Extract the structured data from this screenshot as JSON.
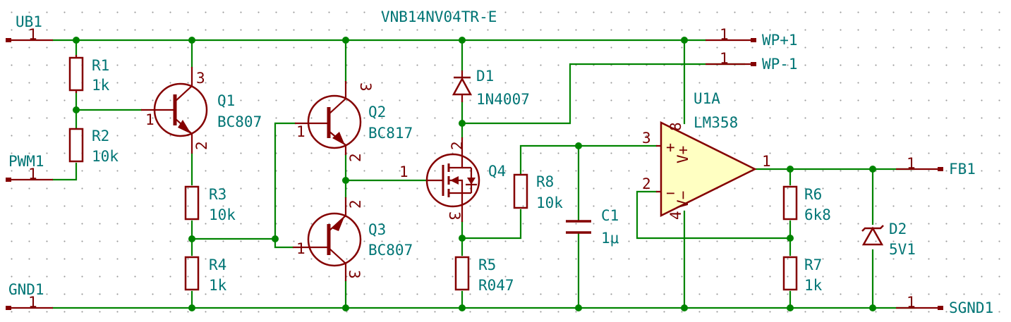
{
  "title": "VNB14NV04TR-E",
  "connectors": {
    "ub1": {
      "name": "UB1",
      "pin": "1"
    },
    "pwm1": {
      "name": "PWM1",
      "pin": "1"
    },
    "gnd1": {
      "name": "GND1",
      "pin": "1"
    },
    "wp_plus": {
      "name": "WP+1",
      "pin": "1"
    },
    "wp_minus": {
      "name": "WP-1",
      "pin": "1"
    },
    "fb1": {
      "name": "FB1",
      "pin": "1"
    },
    "sgnd1": {
      "name": "SGND1",
      "pin": "1"
    }
  },
  "resistors": {
    "r1": {
      "ref": "R1",
      "value": "1k"
    },
    "r2": {
      "ref": "R2",
      "value": "10k"
    },
    "r3": {
      "ref": "R3",
      "value": "10k"
    },
    "r4": {
      "ref": "R4",
      "value": "1k"
    },
    "r5": {
      "ref": "R5",
      "value": "R047"
    },
    "r6": {
      "ref": "R6",
      "value": "6k8"
    },
    "r7": {
      "ref": "R7",
      "value": "1k"
    },
    "r8": {
      "ref": "R8",
      "value": "10k"
    }
  },
  "transistors": {
    "q1": {
      "ref": "Q1",
      "value": "BC807",
      "pins": {
        "b": "1",
        "e": "3",
        "c": "2"
      }
    },
    "q2": {
      "ref": "Q2",
      "value": "BC817",
      "pins": {
        "b": "1",
        "c": "3",
        "e": "2"
      }
    },
    "q3": {
      "ref": "Q3",
      "value": "BC807",
      "pins": {
        "b": "1",
        "e": "2",
        "c": "3"
      }
    },
    "q4": {
      "ref": "Q4",
      "pins": {
        "g": "1",
        "d": "2",
        "s": "3"
      }
    }
  },
  "diodes": {
    "d1": {
      "ref": "D1",
      "value": "1N4007"
    },
    "d2": {
      "ref": "D2",
      "value": "5V1"
    }
  },
  "capacitor": {
    "ref": "C1",
    "value": "1μ"
  },
  "opamp": {
    "ref": "U1A",
    "value": "LM358",
    "pins": {
      "in_plus": "3",
      "in_minus": "2",
      "out": "1",
      "vplus": "8",
      "vminus": "4"
    },
    "marks": {
      "plus": "+",
      "minus": "−",
      "vplus": "V+",
      "vminus": "V−"
    }
  },
  "colors": {
    "wire": "#008400",
    "component": "#840000",
    "label": "#007575",
    "opamp_fill": "#ffffc2"
  }
}
